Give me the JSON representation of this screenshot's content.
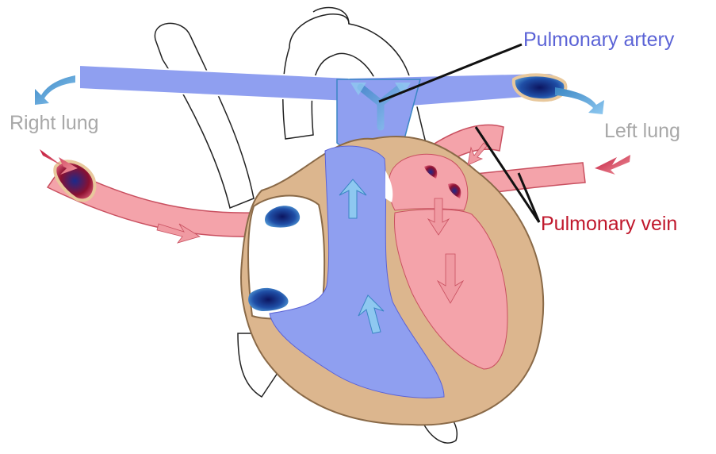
{
  "labels": {
    "pulmonary_artery": "Pulmonary artery",
    "right_lung": "Right lung",
    "left_lung": "Left lung",
    "pulmonary_vein": "Pulmonary vein"
  },
  "colors": {
    "artery_text": "#5b63d6",
    "vein_text": "#c0182c",
    "lung_text": "#a8a8a8",
    "deoxygenated_blood": "#8f9ff0",
    "oxygenated_blood": "#f4a3aa",
    "heart_muscle": "#dcb68e",
    "vessel_outline": "#ffffff"
  }
}
